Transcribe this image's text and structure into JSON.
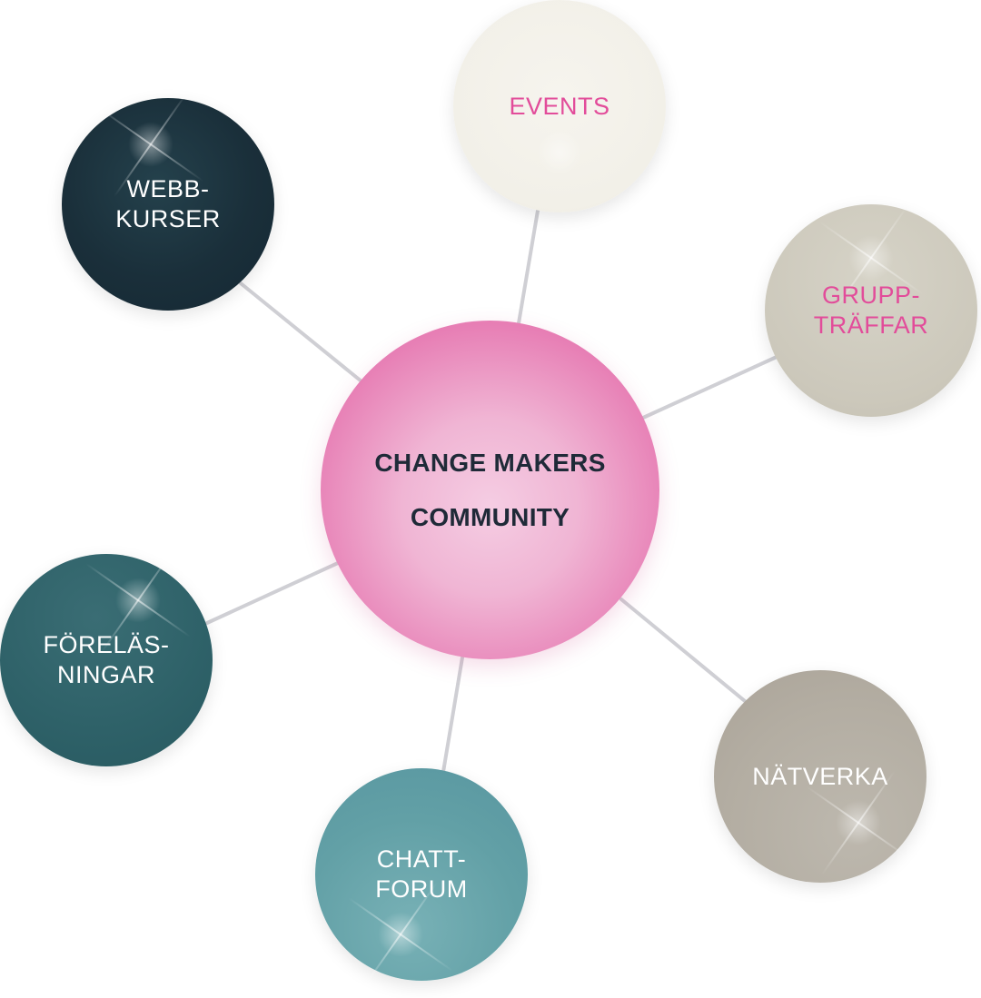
{
  "center": {
    "line1": "CHANGE MAKERS",
    "line2": "COMMUNITY",
    "text_color": "#1f2a38",
    "fill_color": "#e77fb5"
  },
  "nodes": [
    {
      "id": "webbkurser",
      "label": "WEBB-\nKURSER",
      "fill_color": "#1a2f3a",
      "text_color": "#ffffff"
    },
    {
      "id": "events",
      "label": "EVENTS",
      "fill_color": "#f2f0e8",
      "text_color": "#e24c9a"
    },
    {
      "id": "grupptraffar",
      "label": "GRUPP-\nTRÄFFAR",
      "fill_color": "#ccc8bb",
      "text_color": "#e24c9a"
    },
    {
      "id": "forelasningar",
      "label": "FÖRELÄS-\nNINGAR",
      "fill_color": "#2e6168",
      "text_color": "#ffffff"
    },
    {
      "id": "chattforum",
      "label": "CHATT-\nFORUM",
      "fill_color": "#62a0a6",
      "text_color": "#ffffff"
    },
    {
      "id": "natverka",
      "label": "NÄTVERKA",
      "fill_color": "#b3ada2",
      "text_color": "#ffffff"
    }
  ],
  "connector_color": "#cfcfd4"
}
